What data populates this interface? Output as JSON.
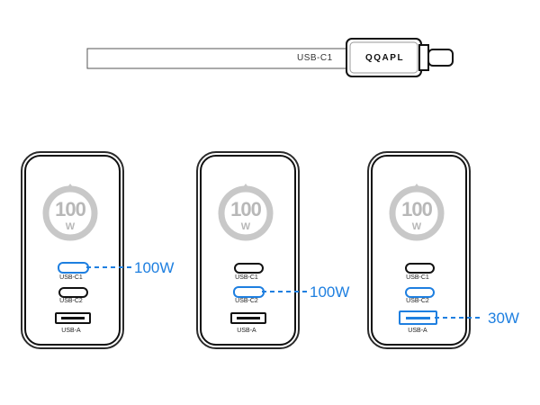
{
  "cable": {
    "label": "USB-C1",
    "brand": "QQAPL"
  },
  "badge": {
    "number": "100",
    "unit": "W"
  },
  "ports": {
    "c1": "USB-C1",
    "c2": "USB-C2",
    "a": "USB-A"
  },
  "chargers": [
    {
      "active_port": "USB-C1",
      "output": "100W"
    },
    {
      "active_port": "USB-C2",
      "output": "100W"
    },
    {
      "active_port": "USB-A",
      "output": "30W"
    }
  ],
  "colors": {
    "highlight": "#1e7fe0",
    "outline": "#111111",
    "badge_gray": "#c8c8c8"
  }
}
